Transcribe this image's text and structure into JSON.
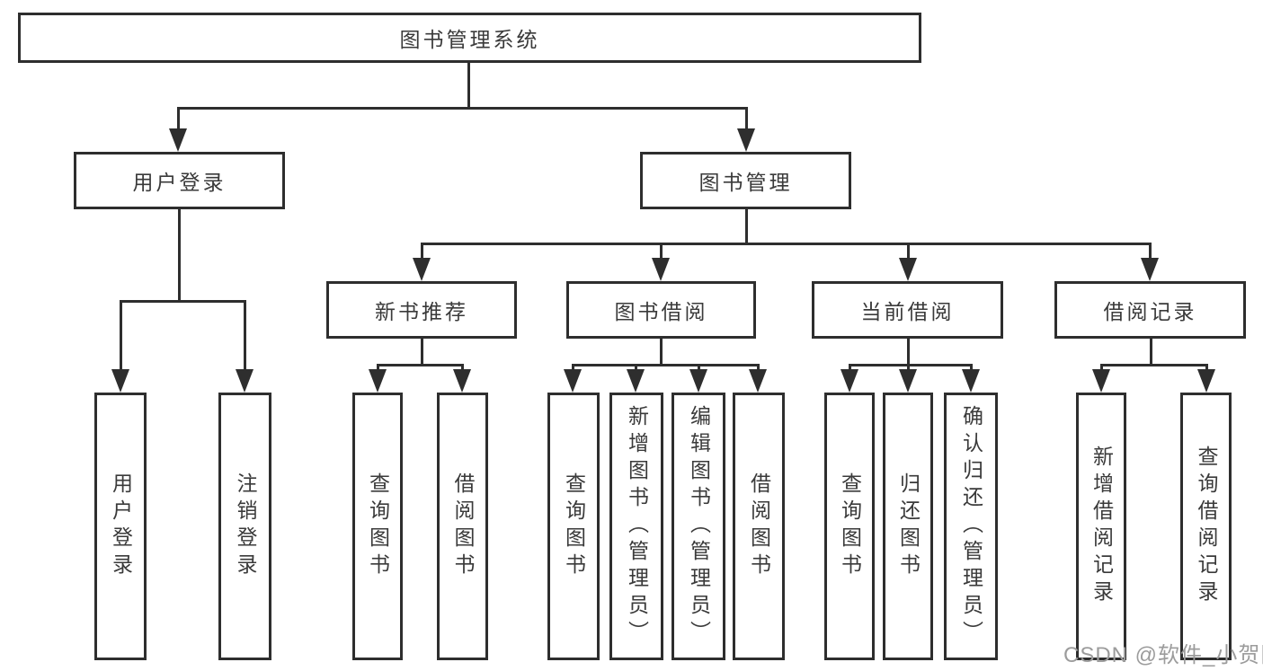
{
  "root_label": "图书管理系统",
  "branches": {
    "user_login": {
      "label": "用户登录",
      "children": [
        "用户登录",
        "注销登录"
      ]
    },
    "book_mgmt": {
      "label": "图书管理",
      "sections": {
        "new_book_rec": {
          "label": "新书推荐",
          "children": [
            "查询图书",
            "借阅图书"
          ]
        },
        "book_borrow": {
          "label": "图书借阅",
          "children": [
            "查询图书",
            "新增图书（管理员）",
            "编辑图书（管理员）",
            "借阅图书"
          ]
        },
        "current_borrow": {
          "label": "当前借阅",
          "children": [
            "查询图书",
            "归还图书",
            "确认归还（管理员）"
          ]
        },
        "borrow_history": {
          "label": "借阅记录",
          "children": [
            "新增借阅记录",
            "查询借阅记录"
          ]
        }
      }
    }
  },
  "watermark": "CSDN @软件_小贺同学",
  "colors": {
    "line": "#2e2e2e",
    "text": "#3a3a3a",
    "background": "#ffffff",
    "watermark": "#9c9c9c"
  }
}
